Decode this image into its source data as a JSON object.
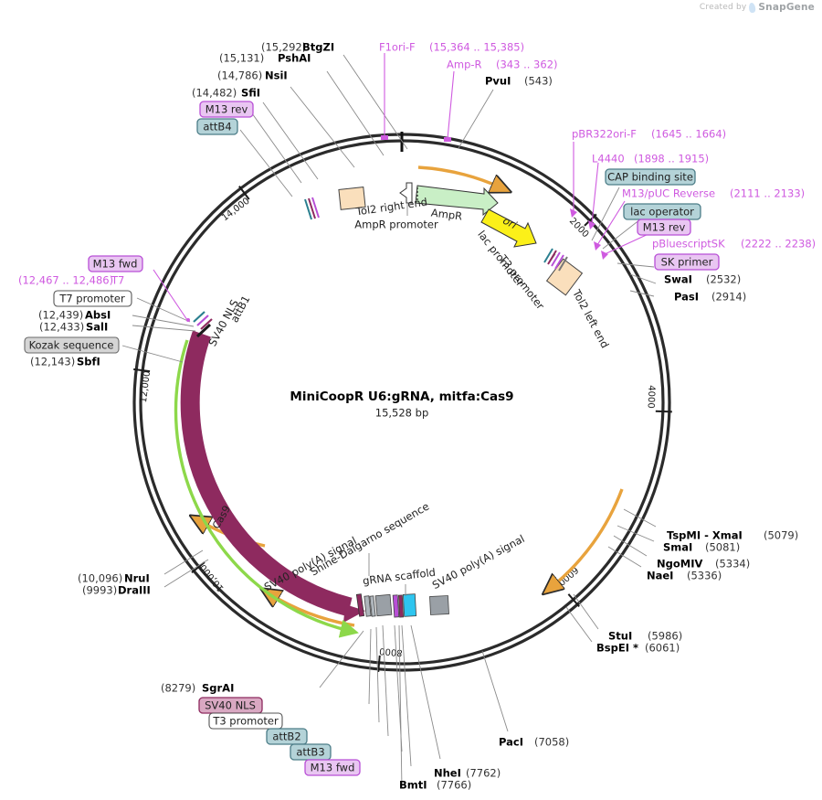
{
  "watermark": {
    "prefix": "Created by",
    "brand": "SnapGene",
    "icon": "snapgene-leaf-icon"
  },
  "plasmid": {
    "name": "MiniCoopR U6:gRNA, mitfa:Cas9",
    "size": "15,528 bp",
    "length_bp": 15528
  },
  "axis_ticks": [
    {
      "label": "2000",
      "angle": 55
    },
    {
      "label": "4000",
      "angle": 101
    },
    {
      "label": "6000",
      "angle": 147
    },
    {
      "label": "8000",
      "angle": 193
    },
    {
      "label": "10,000",
      "angle": 239
    },
    {
      "label": "12,000",
      "angle": 285
    },
    {
      "label": "14,000",
      "angle": 331
    }
  ],
  "enzymes": [
    {
      "name": "BtgZI",
      "pos": "(15,292)",
      "order": "pos-first"
    },
    {
      "name": "PshAI",
      "pos": "(15,131)",
      "order": "pos-first"
    },
    {
      "name": "NsiI",
      "pos": "(14,786)",
      "order": "pos-first"
    },
    {
      "name": "SfiI",
      "pos": "(14,482)",
      "order": "pos-first"
    },
    {
      "name": "PvuI",
      "pos": "(543)",
      "order": "name-first"
    },
    {
      "name": "SwaI",
      "pos": "(2532)",
      "order": "name-first"
    },
    {
      "name": "PasI",
      "pos": "(2914)",
      "order": "name-first"
    },
    {
      "name": "TspMI  -  XmaI",
      "pos": "(5079)",
      "order": "name-first"
    },
    {
      "name": "SmaI",
      "pos": "(5081)",
      "order": "name-first"
    },
    {
      "name": "NgoMIV",
      "pos": "(5334)",
      "order": "name-first"
    },
    {
      "name": "NaeI",
      "pos": "(5336)",
      "order": "name-first"
    },
    {
      "name": "StuI",
      "pos": "(5986)",
      "order": "name-first"
    },
    {
      "name": "BspEI *",
      "pos": "(6061)",
      "order": "name-first"
    },
    {
      "name": "PacI",
      "pos": "(7058)",
      "order": "name-first"
    },
    {
      "name": "NheI",
      "pos": "(7762)",
      "order": "name-first"
    },
    {
      "name": "BmtI",
      "pos": "(7766)",
      "order": "name-first"
    },
    {
      "name": "SgrAI",
      "pos": "(8279)",
      "order": "pos-first"
    },
    {
      "name": "DraIII",
      "pos": "(9993)",
      "order": "pos-first"
    },
    {
      "name": "NruI",
      "pos": "(10,096)",
      "order": "pos-first"
    },
    {
      "name": "SbfI",
      "pos": "(12,143)",
      "order": "pos-first"
    },
    {
      "name": "SalI",
      "pos": "(12,433)",
      "order": "pos-first"
    },
    {
      "name": "AbsI",
      "pos": "(12,439)",
      "order": "pos-first"
    }
  ],
  "primers": [
    {
      "name": "F1ori-F",
      "range": "(15,364 .. 15,385)"
    },
    {
      "name": "Amp-R",
      "range": "(343 .. 362)"
    },
    {
      "name": "pBR322ori-F",
      "range": "(1645 .. 1664)"
    },
    {
      "name": "L4440",
      "range": "(1898 .. 1915)"
    },
    {
      "name": "M13/pUC Reverse",
      "range": "(2111 .. 2133)"
    },
    {
      "name": "pBluescriptSK",
      "range": "(2222 .. 2238)"
    },
    {
      "name": "T7",
      "range": "(12,467 .. 12,486)"
    }
  ],
  "badges": [
    {
      "label": "M13 rev",
      "style": "primer",
      "id": "m13-rev-top"
    },
    {
      "label": "attB4",
      "style": "feature-teal",
      "id": "attb4"
    },
    {
      "label": "CAP binding site",
      "style": "feature-teal",
      "id": "cap-binding-site"
    },
    {
      "label": "lac operator",
      "style": "feature-teal",
      "id": "lac-operator"
    },
    {
      "label": "M13 rev",
      "style": "primer",
      "id": "m13-rev-right"
    },
    {
      "label": "SK primer",
      "style": "primer",
      "id": "sk-primer"
    },
    {
      "label": "M13 fwd",
      "style": "primer",
      "id": "m13-fwd-left"
    },
    {
      "label": "T7 promoter",
      "style": "feature-white",
      "id": "t7-promoter"
    },
    {
      "label": "Kozak sequence",
      "style": "feature-gray",
      "id": "kozak-sequence"
    },
    {
      "label": "SV40 NLS",
      "style": "feature-pink",
      "id": "sv40-nls-badge"
    },
    {
      "label": "T3 promoter",
      "style": "feature-white",
      "id": "t3-promoter-badge"
    },
    {
      "label": "attB2",
      "style": "feature-teal",
      "id": "attb2"
    },
    {
      "label": "attB3",
      "style": "feature-teal",
      "id": "attb3"
    },
    {
      "label": "M13 fwd",
      "style": "primer",
      "id": "m13-fwd-bottom"
    }
  ],
  "features": [
    {
      "label": "Tol2 right end",
      "kind": "box-tan"
    },
    {
      "label": "AmpR promoter",
      "kind": "arrow-outline"
    },
    {
      "label": "AmpR",
      "kind": "arrow-green"
    },
    {
      "label": "ori",
      "kind": "arrow-yellow"
    },
    {
      "label": "lac promoter",
      "kind": "line"
    },
    {
      "label": "T3 promoter",
      "kind": "line"
    },
    {
      "label": "Tol2 left end",
      "kind": "box-tan"
    },
    {
      "label": "attB1",
      "kind": "tick"
    },
    {
      "label": "SV40 NLS",
      "kind": "tick"
    },
    {
      "label": "Cas9",
      "kind": "arrow-magenta"
    },
    {
      "label": "SV40 poly(A) signal",
      "kind": "box-gray"
    },
    {
      "label": "Shine-Dalgarno sequence",
      "kind": "tick"
    },
    {
      "label": "gRNA scaffold",
      "kind": "box-cyan"
    },
    {
      "label": "SV40 poly(A) signal",
      "kind": "box-gray"
    }
  ],
  "colors": {
    "backbone": "#2b2b2b",
    "cas9": "#8e2a5f",
    "cas9_outline": "#8dd84a",
    "ampr": "#c9efc6",
    "ori": "#fbf019",
    "tol2": "#fadfbc",
    "orange_arrow": "#e8a33d",
    "primer_text": "#cf5ae0",
    "teal_badge": "#b4d3d8",
    "pink_badge": "#d9a8c2",
    "gray_box": "#9aa0a6",
    "cyan_box": "#2ec5ef"
  }
}
